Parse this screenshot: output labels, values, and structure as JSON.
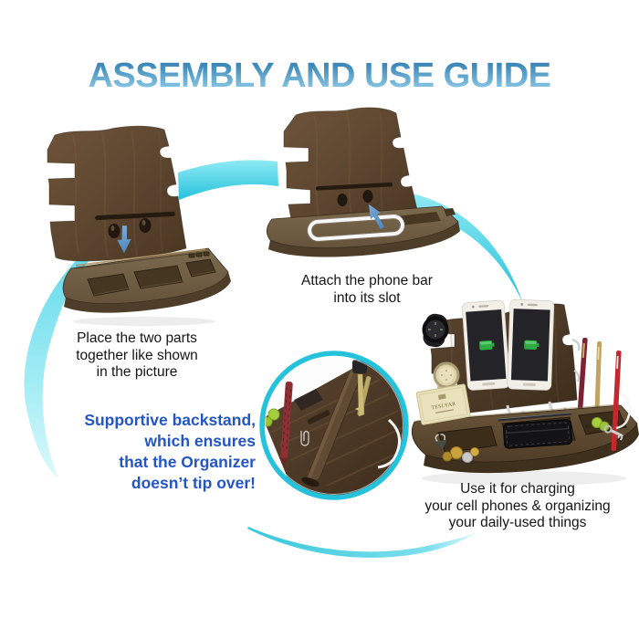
{
  "title": "ASSEMBLY AND USE GUIDE",
  "captions": {
    "place": [
      "Place the two parts",
      "together like shown",
      "in the picture"
    ],
    "attach": [
      "Attach the phone bar",
      "into its slot"
    ],
    "use": [
      "Use it for charging",
      "your cell phones & organizing",
      "your daily-used things"
    ],
    "backstand_note": [
      "Supportive backstand,",
      "which ensures",
      "that the Organizer",
      "doesn’t tip over!"
    ]
  },
  "card_brand": "TESLYAR",
  "icons": {
    "down-arrow-icon": "↓",
    "up-arrow-icon": "↖"
  },
  "colors": {
    "title_top": "#2878ac",
    "title_bottom": "#9bd4ee",
    "note_blue": "#2356c3",
    "arrow_cyan": "#25c2dc",
    "arrow_cyan_light": "#8feaf5",
    "small_arrow_blue": "#4f87c0",
    "wood_dark": "#3e2d1c",
    "wood_mid": "#5d4630",
    "wood_light": "#7b5f40",
    "tray_top": "#7d6b50",
    "tray_recess": "#453621",
    "phone_white": "#f2efe9",
    "screen_dark": "#232328",
    "battery_green": "#2fab43",
    "card_beige": "#e9e2bd",
    "metal_silver": "#d6d6d6",
    "pen_red": "#c5272e",
    "pen_maroon": "#7b2331",
    "pen_gold": "#bfa360",
    "key_gold": "#cdbb79",
    "ball_green": "#a6cf3e"
  }
}
